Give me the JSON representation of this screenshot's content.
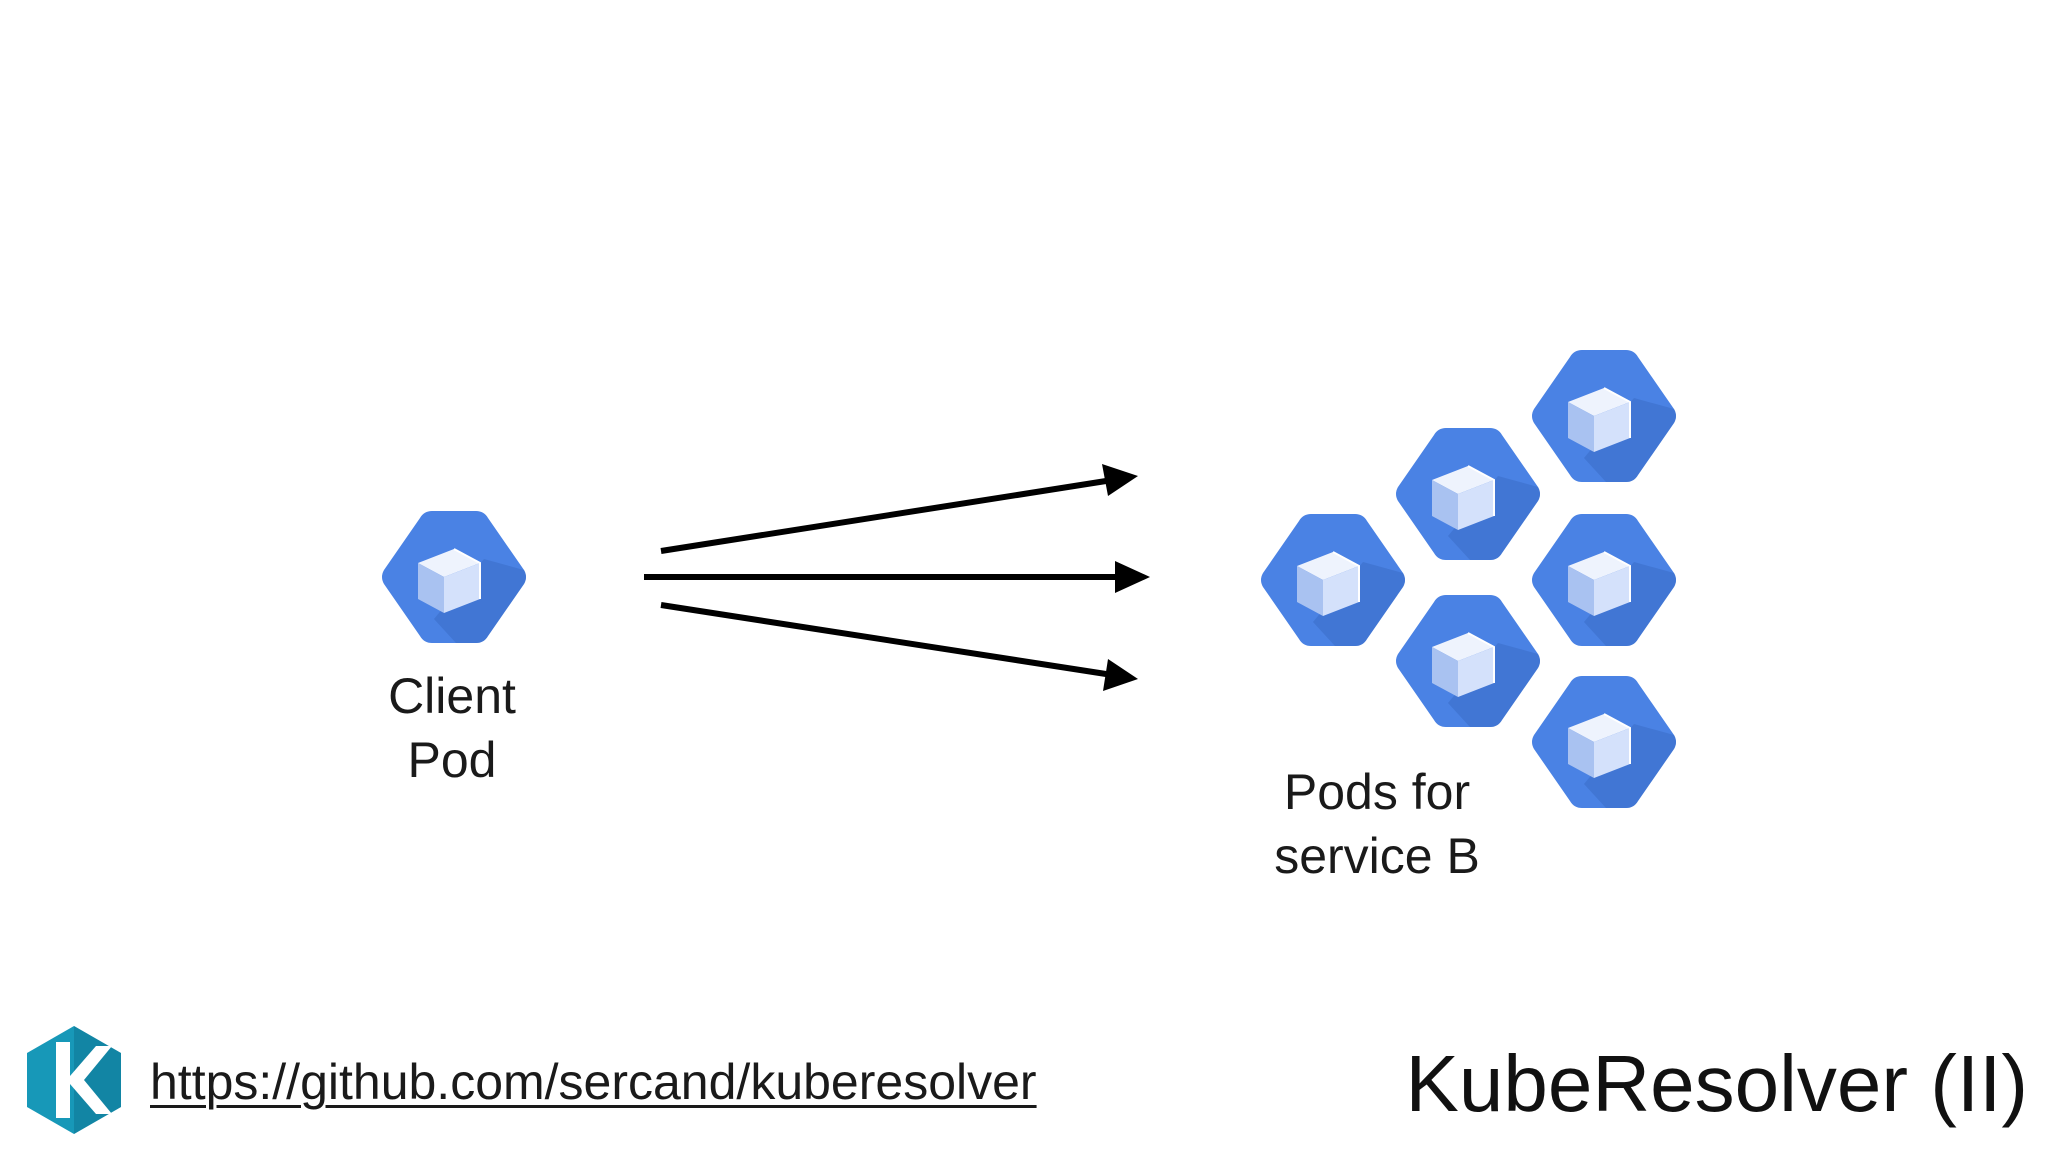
{
  "colors": {
    "hex_blue": "#4a82e4",
    "hex_shadow": "#3b6dc7",
    "cube_light": "#d4e1fb",
    "cube_mid": "#a9c2f1",
    "arrow": "#000000",
    "logo_teal": "#1798b8",
    "logo_dark": "#0e6f8c"
  },
  "client": {
    "icon": "kubernetes-pod-icon",
    "label_line1": "Client",
    "label_line2": "Pod"
  },
  "service": {
    "icon": "kubernetes-pod-icon",
    "pod_count": 6,
    "label_line1": "Pods for",
    "label_line2": "service B"
  },
  "arrows": {
    "count": 3,
    "icon": "arrow-right-icon"
  },
  "footer": {
    "logo_icon": "kuberesolver-logo-icon",
    "link_text": "https://github.com/sercand/kuberesolver",
    "title": "KubeResolver (II)"
  }
}
